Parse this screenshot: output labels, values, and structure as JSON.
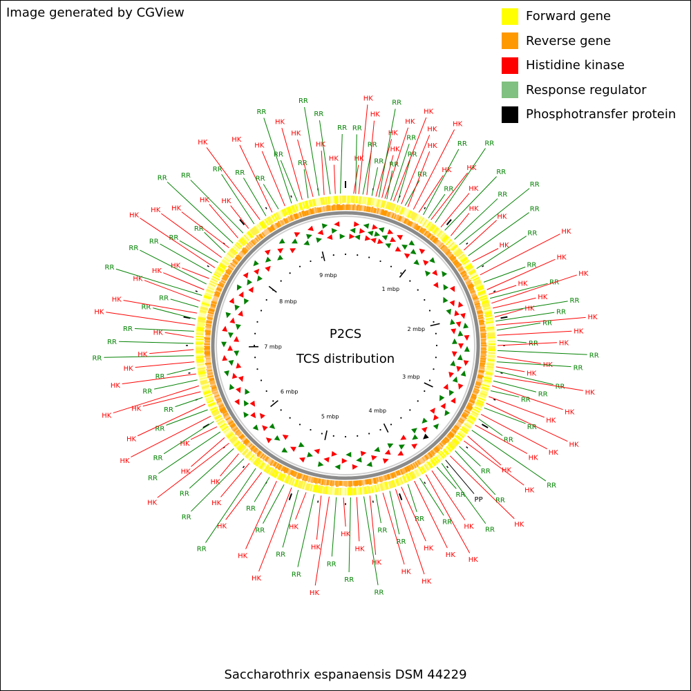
{
  "credit": "Image generated by CGView",
  "bottom_title": "Saccharothrix espanaensis DSM 44229",
  "center": {
    "line1": "P2CS",
    "line2": "TCS distribution"
  },
  "legend": [
    {
      "label": "Forward gene",
      "color": "#ffff00"
    },
    {
      "label": "Reverse gene",
      "color": "#ff9900"
    },
    {
      "label": "Histidine kinase",
      "color": "#ff0000"
    },
    {
      "label": "Response regulator",
      "color": "#80c080"
    },
    {
      "label": "Phosphotransfer protein",
      "color": "#000000"
    }
  ],
  "colors": {
    "HK": "#ff0000",
    "RR": "#008000",
    "PP": "#000000",
    "backbone": "#808080"
  },
  "genome": {
    "total_mbp": 9.36
  },
  "mbp_labels": [
    "1 mbp",
    "2 mbp",
    "3 mbp",
    "4 mbp",
    "5 mbp",
    "6 mbp",
    "7 mbp",
    "8 mbp",
    "9 mbp"
  ],
  "features": [
    {
      "type": "HK",
      "mbp": 0.08
    },
    {
      "type": "RR",
      "mbp": 0.1
    },
    {
      "type": "HK",
      "mbp": 0.13
    },
    {
      "type": "RR",
      "mbp": 0.17
    },
    {
      "type": "HK",
      "mbp": 0.21
    },
    {
      "type": "RR",
      "mbp": 0.26
    },
    {
      "type": "HK",
      "mbp": 0.3
    },
    {
      "type": "RR",
      "mbp": 0.33
    },
    {
      "type": "HK",
      "mbp": 0.36
    },
    {
      "type": "HK",
      "mbp": 0.39
    },
    {
      "type": "RR",
      "mbp": 0.41
    },
    {
      "type": "RR",
      "mbp": 0.45
    },
    {
      "type": "HK",
      "mbp": 0.48
    },
    {
      "type": "RR",
      "mbp": 0.52
    },
    {
      "type": "HK",
      "mbp": 0.56
    },
    {
      "type": "RR",
      "mbp": 0.6
    },
    {
      "type": "HK",
      "mbp": 0.63
    },
    {
      "type": "HK",
      "mbp": 0.69
    },
    {
      "type": "HK",
      "mbp": 0.75
    },
    {
      "type": "RR",
      "mbp": 0.8
    },
    {
      "type": "RR",
      "mbp": 0.86
    },
    {
      "type": "HK",
      "mbp": 0.89
    },
    {
      "type": "RR",
      "mbp": 0.94
    },
    {
      "type": "HK",
      "mbp": 1.01
    },
    {
      "type": "RR",
      "mbp": 1.06
    },
    {
      "type": "HK",
      "mbp": 1.14
    },
    {
      "type": "RR",
      "mbp": 1.19
    },
    {
      "type": "RR",
      "mbp": 1.26
    },
    {
      "type": "HK",
      "mbp": 1.33
    },
    {
      "type": "RR",
      "mbp": 1.4
    },
    {
      "type": "HK",
      "mbp": 1.47
    },
    {
      "type": "RR",
      "mbp": 1.55
    },
    {
      "type": "HK",
      "mbp": 1.62
    },
    {
      "type": "RR",
      "mbp": 1.7
    },
    {
      "type": "HK",
      "mbp": 1.78
    },
    {
      "type": "HK",
      "mbp": 1.83
    },
    {
      "type": "RR",
      "mbp": 1.87
    },
    {
      "type": "HK",
      "mbp": 1.92
    },
    {
      "type": "HK",
      "mbp": 1.97
    },
    {
      "type": "RR",
      "mbp": 2.02
    },
    {
      "type": "HK",
      "mbp": 2.06
    },
    {
      "type": "RR",
      "mbp": 2.1
    },
    {
      "type": "HK",
      "mbp": 2.14
    },
    {
      "type": "RR",
      "mbp": 2.19
    },
    {
      "type": "HK",
      "mbp": 2.24
    },
    {
      "type": "RR",
      "mbp": 2.29
    },
    {
      "type": "HK",
      "mbp": 2.34
    },
    {
      "type": "RR",
      "mbp": 2.39
    },
    {
      "type": "HK",
      "mbp": 2.45
    },
    {
      "type": "RR",
      "mbp": 2.5
    },
    {
      "type": "HK",
      "mbp": 2.55
    },
    {
      "type": "RR",
      "mbp": 2.59
    },
    {
      "type": "HK",
      "mbp": 2.64
    },
    {
      "type": "RR",
      "mbp": 2.69
    },
    {
      "type": "HK",
      "mbp": 2.74
    },
    {
      "type": "RR",
      "mbp": 2.79
    },
    {
      "type": "HK",
      "mbp": 2.85
    },
    {
      "type": "HK",
      "mbp": 2.92
    },
    {
      "type": "RR",
      "mbp": 2.97
    },
    {
      "type": "HK",
      "mbp": 3.04
    },
    {
      "type": "RR",
      "mbp": 3.09
    },
    {
      "type": "HK",
      "mbp": 3.16
    },
    {
      "type": "RR",
      "mbp": 3.22
    },
    {
      "type": "HK",
      "mbp": 3.29
    },
    {
      "type": "HK",
      "mbp": 3.35
    },
    {
      "type": "RR",
      "mbp": 3.42
    },
    {
      "type": "RR",
      "mbp": 3.48
    },
    {
      "type": "HK",
      "mbp": 3.55
    },
    {
      "type": "PP",
      "mbp": 3.61
    },
    {
      "type": "RR",
      "mbp": 3.66
    },
    {
      "type": "RR",
      "mbp": 3.72
    },
    {
      "type": "HK",
      "mbp": 3.78
    },
    {
      "type": "HK",
      "mbp": 3.85
    },
    {
      "type": "RR",
      "mbp": 3.92
    },
    {
      "type": "HK",
      "mbp": 3.98
    },
    {
      "type": "RR",
      "mbp": 4.05
    },
    {
      "type": "HK",
      "mbp": 4.12
    },
    {
      "type": "HK",
      "mbp": 4.18
    },
    {
      "type": "RR",
      "mbp": 4.24
    },
    {
      "type": "HK",
      "mbp": 4.31
    },
    {
      "type": "RR",
      "mbp": 4.38
    },
    {
      "type": "HK",
      "mbp": 4.44
    },
    {
      "type": "RR",
      "mbp": 4.5
    },
    {
      "type": "HK",
      "mbp": 4.57
    },
    {
      "type": "RR",
      "mbp": 4.63
    },
    {
      "type": "HK",
      "mbp": 4.7
    },
    {
      "type": "RR",
      "mbp": 4.77
    },
    {
      "type": "HK",
      "mbp": 4.84
    },
    {
      "type": "HK",
      "mbp": 4.92
    },
    {
      "type": "RR",
      "mbp": 4.99
    },
    {
      "type": "HK",
      "mbp": 5.07
    },
    {
      "type": "RR",
      "mbp": 5.15
    },
    {
      "type": "HK",
      "mbp": 5.22
    },
    {
      "type": "RR",
      "mbp": 5.3
    },
    {
      "type": "HK",
      "mbp": 5.38
    },
    {
      "type": "RR",
      "mbp": 5.46
    },
    {
      "type": "HK",
      "mbp": 5.55
    },
    {
      "type": "RR",
      "mbp": 5.62
    },
    {
      "type": "HK",
      "mbp": 5.7
    },
    {
      "type": "RR",
      "mbp": 5.77
    },
    {
      "type": "HK",
      "mbp": 5.84
    },
    {
      "type": "RR",
      "mbp": 5.91
    },
    {
      "type": "HK",
      "mbp": 5.98
    },
    {
      "type": "HK",
      "mbp": 6.05
    },
    {
      "type": "RR",
      "mbp": 6.12
    },
    {
      "type": "HK",
      "mbp": 6.18
    },
    {
      "type": "RR",
      "mbp": 6.24
    },
    {
      "type": "HK",
      "mbp": 6.3
    },
    {
      "type": "RR",
      "mbp": 6.37
    },
    {
      "type": "HK",
      "mbp": 6.43
    },
    {
      "type": "RR",
      "mbp": 6.5
    },
    {
      "type": "HK",
      "mbp": 6.56
    },
    {
      "type": "HK",
      "mbp": 6.62
    },
    {
      "type": "RR",
      "mbp": 6.68
    },
    {
      "type": "HK",
      "mbp": 6.74
    },
    {
      "type": "RR",
      "mbp": 6.8
    },
    {
      "type": "HK",
      "mbp": 6.86
    },
    {
      "type": "RR",
      "mbp": 6.92
    },
    {
      "type": "HK",
      "mbp": 6.98
    },
    {
      "type": "RR",
      "mbp": 7.04
    },
    {
      "type": "HK",
      "mbp": 7.1
    },
    {
      "type": "RR",
      "mbp": 7.16
    },
    {
      "type": "HK",
      "mbp": 7.22
    },
    {
      "type": "RR",
      "mbp": 7.28
    },
    {
      "type": "HK",
      "mbp": 7.34
    },
    {
      "type": "RR",
      "mbp": 7.4
    },
    {
      "type": "HK",
      "mbp": 7.46
    },
    {
      "type": "RR",
      "mbp": 7.52
    },
    {
      "type": "HK",
      "mbp": 7.58
    },
    {
      "type": "RR",
      "mbp": 7.64
    },
    {
      "type": "HK",
      "mbp": 7.7
    },
    {
      "type": "RR",
      "mbp": 7.76
    },
    {
      "type": "HK",
      "mbp": 7.82
    },
    {
      "type": "RR",
      "mbp": 7.88
    },
    {
      "type": "HK",
      "mbp": 7.94
    },
    {
      "type": "RR",
      "mbp": 8.0
    },
    {
      "type": "HK",
      "mbp": 8.06
    },
    {
      "type": "RR",
      "mbp": 8.12
    },
    {
      "type": "HK",
      "mbp": 8.19
    },
    {
      "type": "RR",
      "mbp": 8.26
    },
    {
      "type": "HK",
      "mbp": 8.33
    },
    {
      "type": "RR",
      "mbp": 8.4
    },
    {
      "type": "HK",
      "mbp": 8.47
    },
    {
      "type": "RR",
      "mbp": 8.54
    },
    {
      "type": "HK",
      "mbp": 8.61
    },
    {
      "type": "RR",
      "mbp": 8.68
    },
    {
      "type": "HK",
      "mbp": 8.75
    },
    {
      "type": "RR",
      "mbp": 8.82
    },
    {
      "type": "RR",
      "mbp": 8.88
    },
    {
      "type": "HK",
      "mbp": 8.93
    },
    {
      "type": "RR",
      "mbp": 8.99
    },
    {
      "type": "HK",
      "mbp": 9.04
    },
    {
      "type": "RR",
      "mbp": 9.1
    },
    {
      "type": "HK",
      "mbp": 9.15
    },
    {
      "type": "RR",
      "mbp": 9.21
    },
    {
      "type": "HK",
      "mbp": 9.26
    },
    {
      "type": "RR",
      "mbp": 9.31
    }
  ]
}
